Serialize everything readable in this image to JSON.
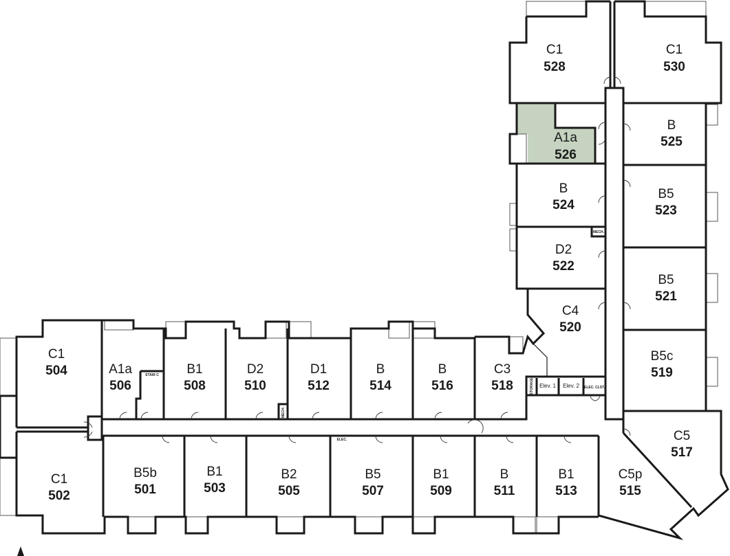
{
  "highlight_color": "#c5d3c0",
  "units": [
    {
      "type": "C1",
      "number": "528"
    },
    {
      "type": "C1",
      "number": "530"
    },
    {
      "type": "A1a",
      "number": "526"
    },
    {
      "type": "B",
      "number": "525"
    },
    {
      "type": "B",
      "number": "524"
    },
    {
      "type": "B5",
      "number": "523"
    },
    {
      "type": "D2",
      "number": "522"
    },
    {
      "type": "B5",
      "number": "521"
    },
    {
      "type": "C4",
      "number": "520"
    },
    {
      "type": "B5c",
      "number": "519"
    },
    {
      "type": "C1",
      "number": "504"
    },
    {
      "type": "A1a",
      "number": "506"
    },
    {
      "type": "B1",
      "number": "508"
    },
    {
      "type": "D2",
      "number": "510"
    },
    {
      "type": "D1",
      "number": "512"
    },
    {
      "type": "B",
      "number": "514"
    },
    {
      "type": "B",
      "number": "516"
    },
    {
      "type": "C3",
      "number": "518"
    },
    {
      "type": "C5",
      "number": "517"
    },
    {
      "type": "C1",
      "number": "502"
    },
    {
      "type": "B5b",
      "number": "501"
    },
    {
      "type": "B1",
      "number": "503"
    },
    {
      "type": "B2",
      "number": "505"
    },
    {
      "type": "B5",
      "number": "507"
    },
    {
      "type": "B1",
      "number": "509"
    },
    {
      "type": "B",
      "number": "511"
    },
    {
      "type": "B1",
      "number": "513"
    },
    {
      "type": "C5p",
      "number": "515"
    }
  ],
  "service_labels": {
    "elev1": "Elev. 1",
    "elev2": "Elev. 2",
    "elec_clst": "ELEC. CLST.",
    "storage": "STORAGE",
    "mech_north": "MECH.",
    "mech_south": "MECH.",
    "stair": "STAIR C",
    "elec": "ELEC."
  },
  "icons": {
    "north": "north-arrow-icon"
  }
}
